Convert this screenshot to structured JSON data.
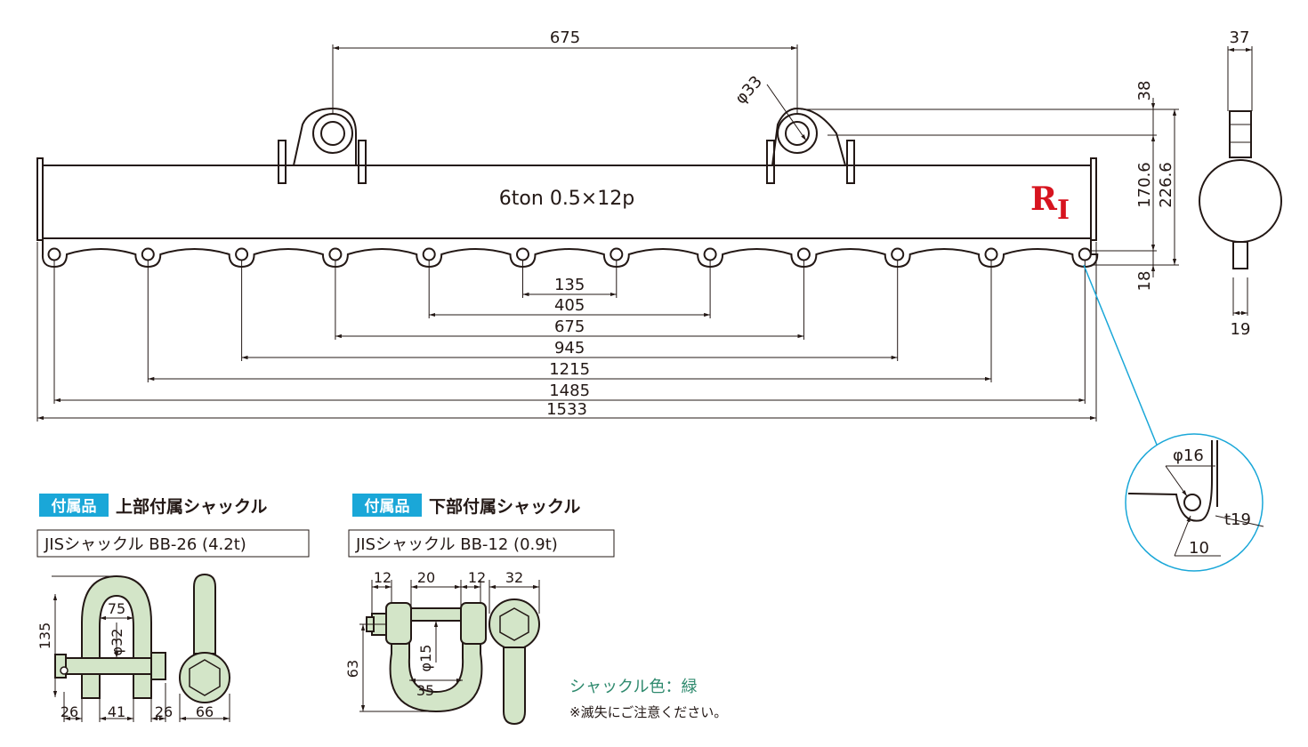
{
  "beam": {
    "label": "6ton 0.5×12p",
    "logo_r": "R",
    "logo_i": "I"
  },
  "dimensions": {
    "top_span": "675",
    "hole_dia": "φ33",
    "h38": "38",
    "h170": "170.6",
    "h226": "226.6",
    "h18": "18",
    "pitch": [
      "135",
      "405",
      "675",
      "945",
      "1215",
      "1485",
      "1533"
    ]
  },
  "side_view": {
    "width_top": "37",
    "width_bottom": "19"
  },
  "detail": {
    "hole": "φ16",
    "thickness": "t19",
    "edge": "10"
  },
  "upper_shackle": {
    "tag": "付属品",
    "title": "上部付属シャックル",
    "spec": "JISシャックル BB-26 (4.2t)",
    "dims": {
      "height": "135",
      "inner_width": "75",
      "pin": "φ32",
      "left": "26",
      "mid": "41",
      "right": "26",
      "eye": "66"
    }
  },
  "lower_shackle": {
    "tag": "付属品",
    "title": "下部付属シャックル",
    "spec": "JISシャックル BB-12 (0.9t)",
    "dims": {
      "a": "12",
      "b": "20",
      "c": "12",
      "eye": "32",
      "height": "63",
      "pin": "φ15",
      "inner_width": "35"
    }
  },
  "notes": {
    "color": "シャックル色：緑",
    "caution": "※滅失にご注意ください。"
  },
  "colors": {
    "accent": "#1aa7d8",
    "logo": "#d7141f",
    "shackle": "#d3e5c8",
    "note_green": "#2f8a6e"
  }
}
